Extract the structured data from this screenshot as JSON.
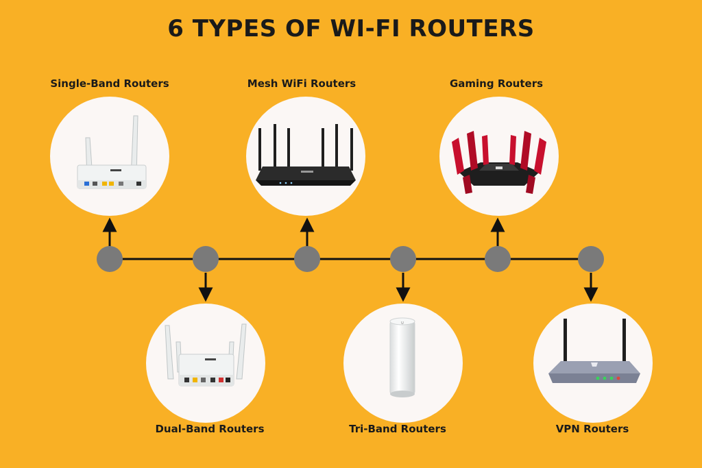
{
  "title": "6 TYPES OF WI-FI ROUTERS",
  "colors": {
    "background": "#F9B025",
    "node": "#7A7A7A",
    "line": "#111111",
    "circle": "#FBF7F5"
  },
  "routers": [
    {
      "label": "Single-Band Routers",
      "position": "top",
      "icon": "single-band-router-icon"
    },
    {
      "label": "Dual-Band Routers",
      "position": "bottom",
      "icon": "dual-band-router-icon"
    },
    {
      "label": "Mesh WiFi Routers",
      "position": "top",
      "icon": "mesh-router-icon"
    },
    {
      "label": "Tri-Band Routers",
      "position": "bottom",
      "icon": "tri-band-router-icon"
    },
    {
      "label": "Gaming Routers",
      "position": "top",
      "icon": "gaming-router-icon"
    },
    {
      "label": "VPN Routers",
      "position": "bottom",
      "icon": "vpn-router-icon"
    }
  ]
}
